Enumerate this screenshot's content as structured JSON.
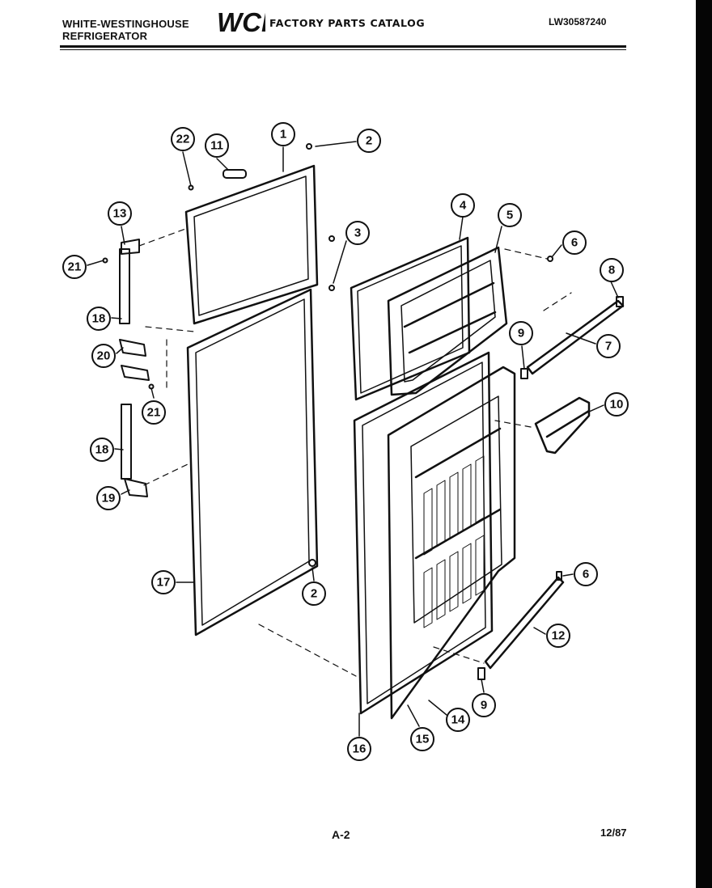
{
  "header": {
    "brand_line1": "WHITE-WESTINGHOUSE",
    "brand_line2": "REFRIGERATOR",
    "logo_text": "WCI",
    "catalog_title": "FACTORY PARTS CATALOG",
    "model_number": "LW30587240"
  },
  "callouts": {
    "c1": "1",
    "c2a": "2",
    "c2b": "2",
    "c3": "3",
    "c4": "4",
    "c5": "5",
    "c6a": "6",
    "c6b": "6",
    "c7": "7",
    "c8": "8",
    "c9a": "9",
    "c9b": "9",
    "c10": "10",
    "c11": "11",
    "c12": "12",
    "c13": "13",
    "c14": "14",
    "c15": "15",
    "c16": "16",
    "c17": "17",
    "c18a": "18",
    "c18b": "18",
    "c19": "19",
    "c20": "20",
    "c21a": "21",
    "c21b": "21",
    "c22": "22"
  },
  "footer": {
    "page": "A-2",
    "date": "12/87"
  }
}
